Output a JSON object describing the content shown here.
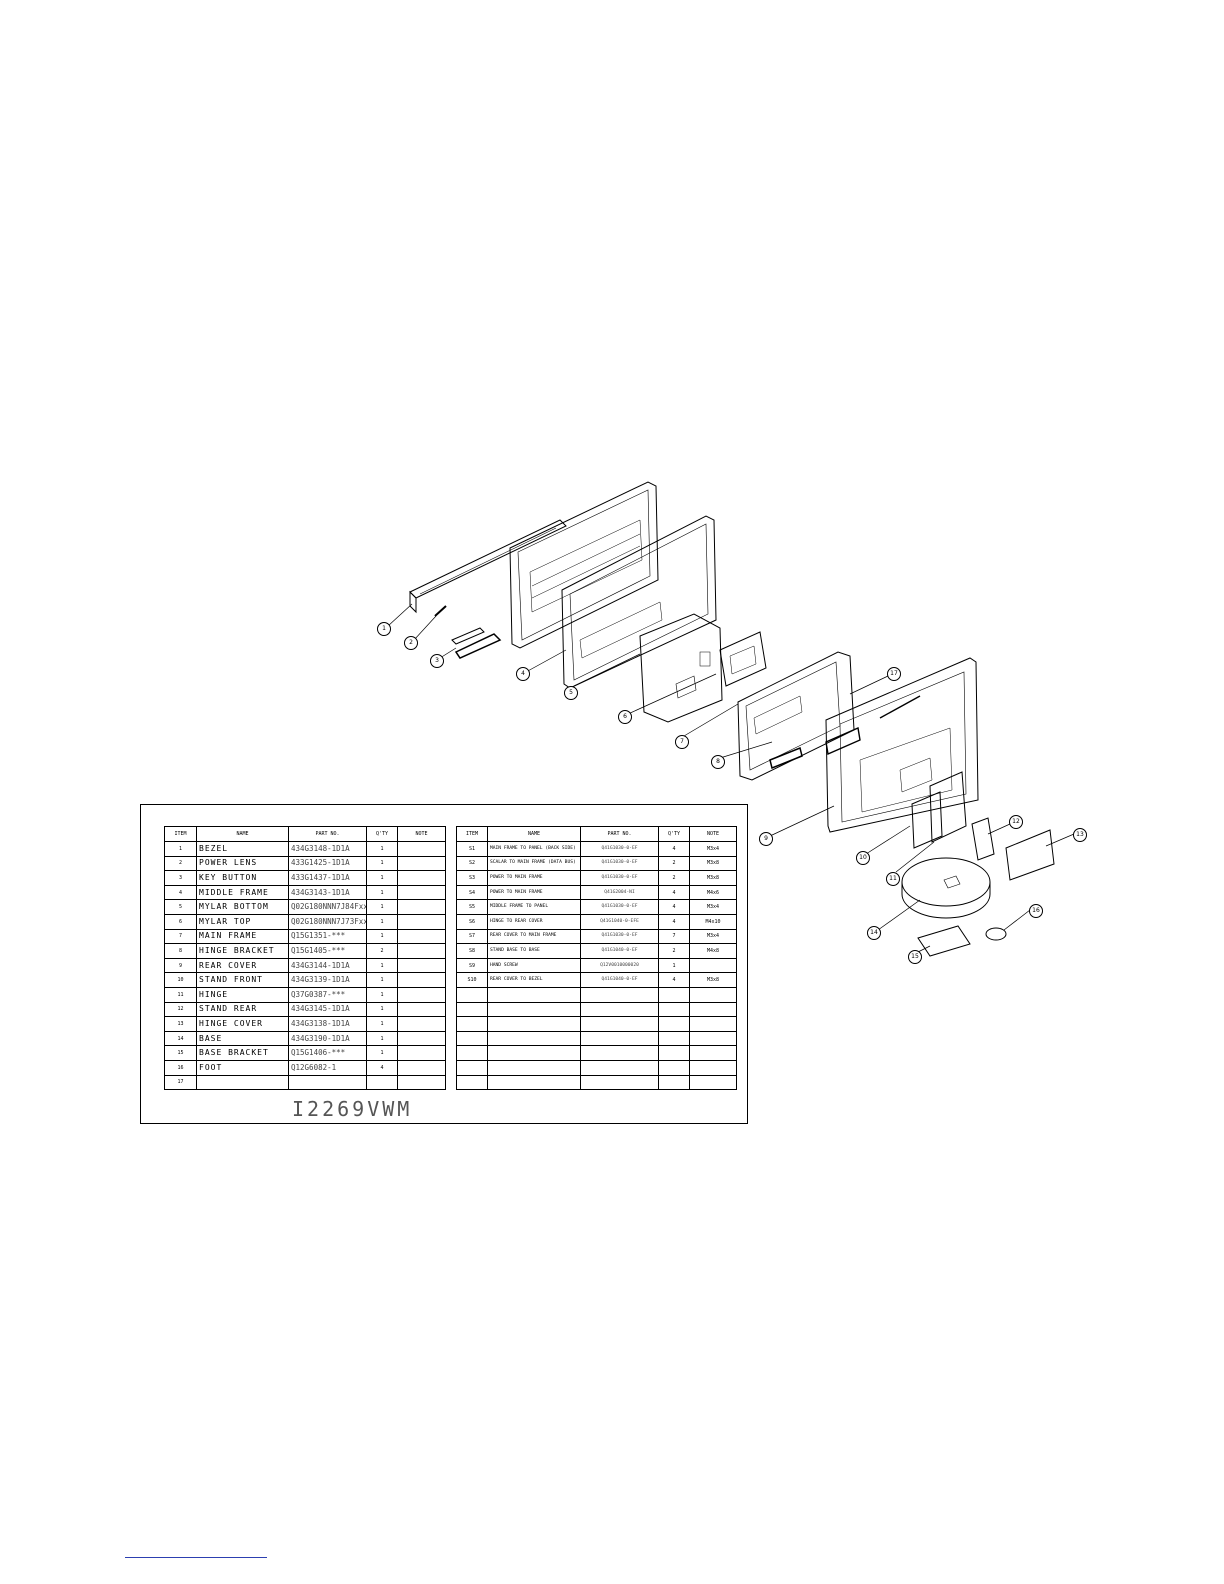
{
  "left_table": {
    "headers": [
      "ITEM",
      "NAME",
      "PART NO.",
      "Q'TY",
      "NOTE"
    ],
    "rows": [
      {
        "item": "1",
        "name": "BEZEL",
        "part": "434G3148-1D1A",
        "qty": "1",
        "note": ""
      },
      {
        "item": "2",
        "name": "POWER LENS",
        "part": "433G1425-1D1A",
        "qty": "1",
        "note": ""
      },
      {
        "item": "3",
        "name": "KEY BUTTON",
        "part": "433G1437-1D1A",
        "qty": "1",
        "note": ""
      },
      {
        "item": "4",
        "name": "MIDDLE FRAME",
        "part": "434G3143-1D1A",
        "qty": "1",
        "note": ""
      },
      {
        "item": "5",
        "name": "MYLAR BOTTOM",
        "part": "Q02G180NNN7J84Fxx",
        "qty": "1",
        "note": ""
      },
      {
        "item": "6",
        "name": "MYLAR TOP",
        "part": "Q02G180NNN7J73Fxx",
        "qty": "1",
        "note": ""
      },
      {
        "item": "7",
        "name": "MAIN FRAME",
        "part": "Q15G1351-***",
        "qty": "1",
        "note": ""
      },
      {
        "item": "8",
        "name": "HINGE BRACKET",
        "part": "Q15G1405-***",
        "qty": "2",
        "note": ""
      },
      {
        "item": "9",
        "name": "REAR COVER",
        "part": "434G3144-1D1A",
        "qty": "1",
        "note": ""
      },
      {
        "item": "10",
        "name": "STAND FRONT",
        "part": "434G3139-1D1A",
        "qty": "1",
        "note": ""
      },
      {
        "item": "11",
        "name": "HINGE",
        "part": "Q37G0387-***",
        "qty": "1",
        "note": ""
      },
      {
        "item": "12",
        "name": "STAND REAR",
        "part": "434G3145-1D1A",
        "qty": "1",
        "note": ""
      },
      {
        "item": "13",
        "name": "HINGE COVER",
        "part": "434G3138-1D1A",
        "qty": "1",
        "note": ""
      },
      {
        "item": "14",
        "name": "BASE",
        "part": "434G3190-1D1A",
        "qty": "1",
        "note": ""
      },
      {
        "item": "15",
        "name": "BASE BRACKET",
        "part": "Q15G1406-***",
        "qty": "1",
        "note": ""
      },
      {
        "item": "16",
        "name": "FOOT",
        "part": "Q12G6082-1",
        "qty": "4",
        "note": ""
      },
      {
        "item": "17",
        "name": "",
        "part": "",
        "qty": "",
        "note": ""
      }
    ]
  },
  "right_table": {
    "headers": [
      "ITEM",
      "NAME",
      "PART NO.",
      "Q'TY",
      "NOTE"
    ],
    "rows": [
      {
        "item": "S1",
        "name": "MAIN FRAME TO PANEL (BACK SIDE)",
        "part": "Q41G1030-0-EF",
        "qty": "4",
        "note": "M3x4"
      },
      {
        "item": "S2",
        "name": "SCALAR TO MAIN FRAME (DATA BUS)",
        "part": "Q41G1030-0-EF",
        "qty": "2",
        "note": "M3x8"
      },
      {
        "item": "S3",
        "name": "POWER TO MAIN FRAME",
        "part": "Q41G1030-0-EF",
        "qty": "2",
        "note": "M3x8"
      },
      {
        "item": "S4",
        "name": "POWER TO MAIN FRAME",
        "part": "Q41G2004-NI",
        "qty": "4",
        "note": "M4x6"
      },
      {
        "item": "S5",
        "name": "MIDDLE FRAME TO PANEL",
        "part": "Q41G1030-0-EF",
        "qty": "4",
        "note": "M3x4"
      },
      {
        "item": "S6",
        "name": "HINGE TO REAR COVER",
        "part": "Q41G1040-0-EFE",
        "qty": "4",
        "note": "M4x10"
      },
      {
        "item": "S7",
        "name": "REAR COVER TO MAIN FRAME",
        "part": "Q41G1030-0-EF",
        "qty": "7",
        "note": "M3x4"
      },
      {
        "item": "S8",
        "name": "STAND BASE TO BASE",
        "part": "Q41G1040-0-EF",
        "qty": "2",
        "note": "M4x8"
      },
      {
        "item": "S9",
        "name": "HAND SCREW",
        "part": "Q12V0010000020",
        "qty": "1",
        "note": ""
      },
      {
        "item": "S10",
        "name": "REAR COVER TO BEZEL",
        "part": "Q41G1040-0-EF",
        "qty": "4",
        "note": "M3x8"
      },
      {
        "item": "",
        "name": "",
        "part": "",
        "qty": "",
        "note": ""
      },
      {
        "item": "",
        "name": "",
        "part": "",
        "qty": "",
        "note": ""
      },
      {
        "item": "",
        "name": "",
        "part": "",
        "qty": "",
        "note": ""
      },
      {
        "item": "",
        "name": "",
        "part": "",
        "qty": "",
        "note": ""
      },
      {
        "item": "",
        "name": "",
        "part": "",
        "qty": "",
        "note": ""
      },
      {
        "item": "",
        "name": "",
        "part": "",
        "qty": "",
        "note": ""
      },
      {
        "item": "",
        "name": "",
        "part": "",
        "qty": "",
        "note": ""
      }
    ]
  },
  "model": "I2269VWM",
  "callouts": [
    "1",
    "2",
    "3",
    "4",
    "5",
    "6",
    "7",
    "8",
    "9",
    "10",
    "11",
    "12",
    "13",
    "14",
    "15",
    "16",
    "17"
  ]
}
